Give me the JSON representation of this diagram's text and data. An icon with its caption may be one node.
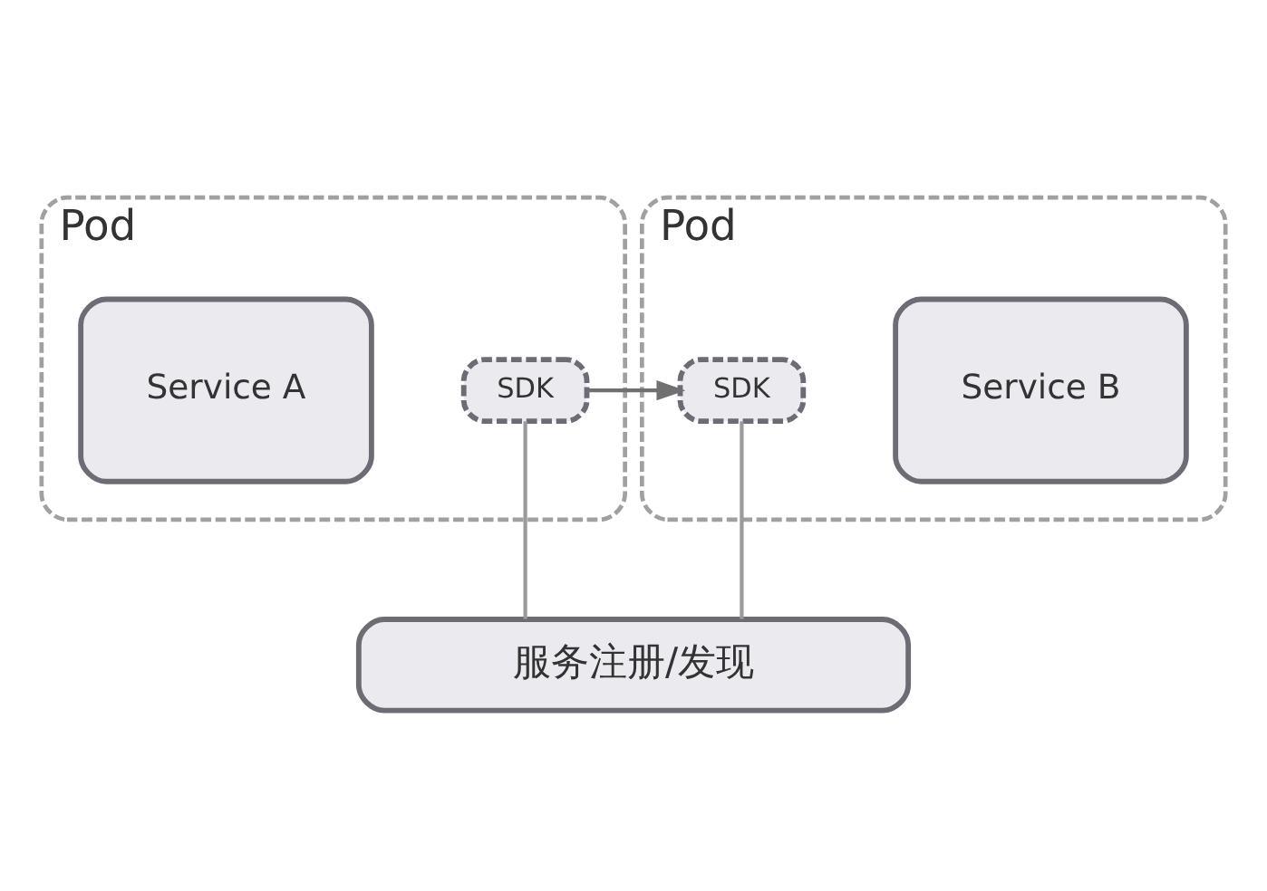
{
  "diagram": {
    "nodes": [
      {
        "text": [
          "Pod"
        ]
      },
      {
        "text": [
          "Service A"
        ],
        "in": 0
      },
      {
        "text": [
          "SDK"
        ],
        "in": 0
      },
      {
        "text": [
          "Pod"
        ]
      },
      {
        "text": [
          "Service B"
        ],
        "in": 3
      },
      {
        "text": [
          "SDK"
        ],
        "in": 3
      },
      {
        "text": [
          "服务注册/发现"
        ]
      }
    ],
    "edges": [
      {
        "from": 2,
        "to": 5,
        "arrow": "to",
        "color": "#707070"
      },
      {
        "from": 2,
        "to": 6,
        "arrow": "none"
      },
      {
        "from": 5,
        "to": 6,
        "arrow": "none"
      }
    ]
  }
}
